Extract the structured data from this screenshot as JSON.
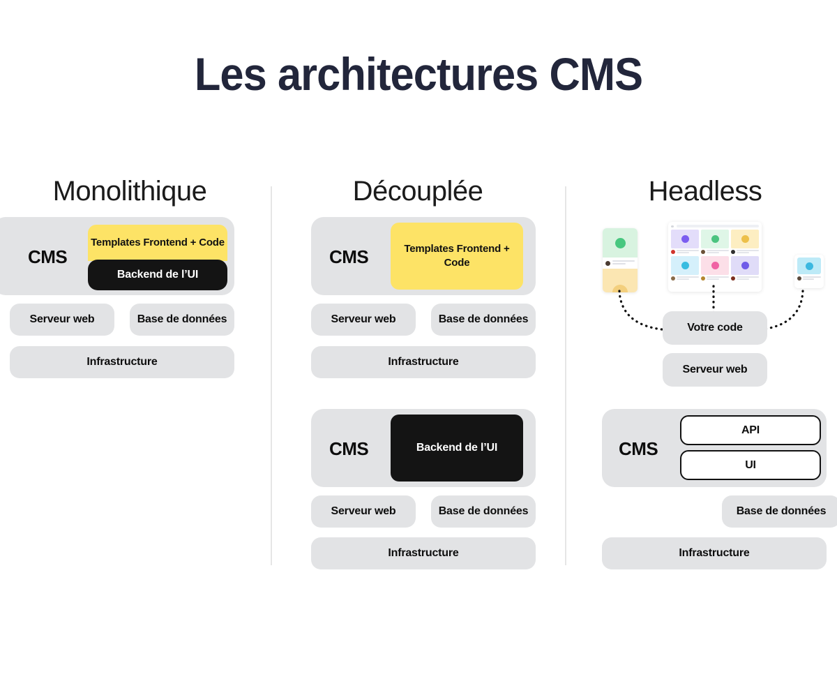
{
  "page": {
    "title": "Les architectures CMS",
    "background": "#ffffff",
    "title_color": "#22263b"
  },
  "palette": {
    "grey_block": "#e2e3e5",
    "yellow_block": "#fde366",
    "black_block": "#141414",
    "divider": "#e6e6e6",
    "text_dark": "#0d0d0d",
    "text_light": "#ffffff"
  },
  "columns": [
    {
      "id": "monolithique",
      "heading": "Monolithique",
      "cms_label": "CMS",
      "frontend_label": "Templates Frontend + Code",
      "backend_label": "Backend de l’UI",
      "server_label": "Serveur web",
      "database_label": "Base de données",
      "infrastructure_label": "Infrastructure"
    },
    {
      "id": "decouplee",
      "heading": "Découplée",
      "cms_label": "CMS",
      "frontend_label": "Templates Frontend + Code",
      "backend_label": "Backend de l’UI",
      "server_label_1": "Serveur web",
      "database_label_1": "Base de données",
      "infrastructure_label_1": "Infrastructure",
      "cms_label_2": "CMS",
      "server_label_2": "Serveur web",
      "database_label_2": "Base de données",
      "infrastructure_label_2": "Infrastructure"
    },
    {
      "id": "headless",
      "heading": "Headless",
      "your_code_label": "Votre code",
      "server_label": "Serveur web",
      "cms_label": "CMS",
      "api_label": "API",
      "ui_label": "UI",
      "database_label": "Base de données",
      "infrastructure_label": "Infrastructure"
    }
  ]
}
